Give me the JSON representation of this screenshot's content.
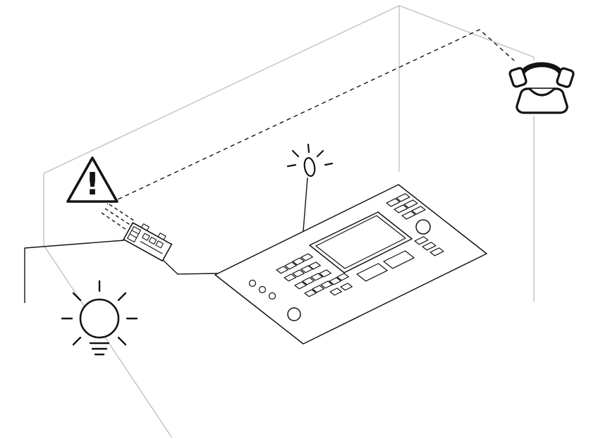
{
  "diagram": {
    "background_color": "#ffffff",
    "line_color": "#141414",
    "room_color": "#c9c9c9",
    "warning_symbol": "!",
    "nodes": [
      {
        "id": "telephone",
        "icon": "telephone-icon"
      },
      {
        "id": "warning",
        "icon": "warning-triangle-icon"
      },
      {
        "id": "wall-module",
        "icon": "wall-module-icon"
      },
      {
        "id": "led-indicator",
        "icon": "led-indicator-icon"
      },
      {
        "id": "control-panel",
        "icon": "control-panel-icon"
      },
      {
        "id": "light-bulb",
        "icon": "light-bulb-icon"
      }
    ],
    "connections": [
      {
        "from": "telephone",
        "to": "wall-module",
        "style": "dashed"
      },
      {
        "from": "wall-module",
        "to": "light-bulb",
        "style": "solid"
      },
      {
        "from": "wall-module",
        "to": "control-panel",
        "style": "solid"
      },
      {
        "from": "led-indicator",
        "to": "control-panel",
        "style": "solid"
      }
    ],
    "room": {
      "style": "perspective-outline"
    }
  }
}
